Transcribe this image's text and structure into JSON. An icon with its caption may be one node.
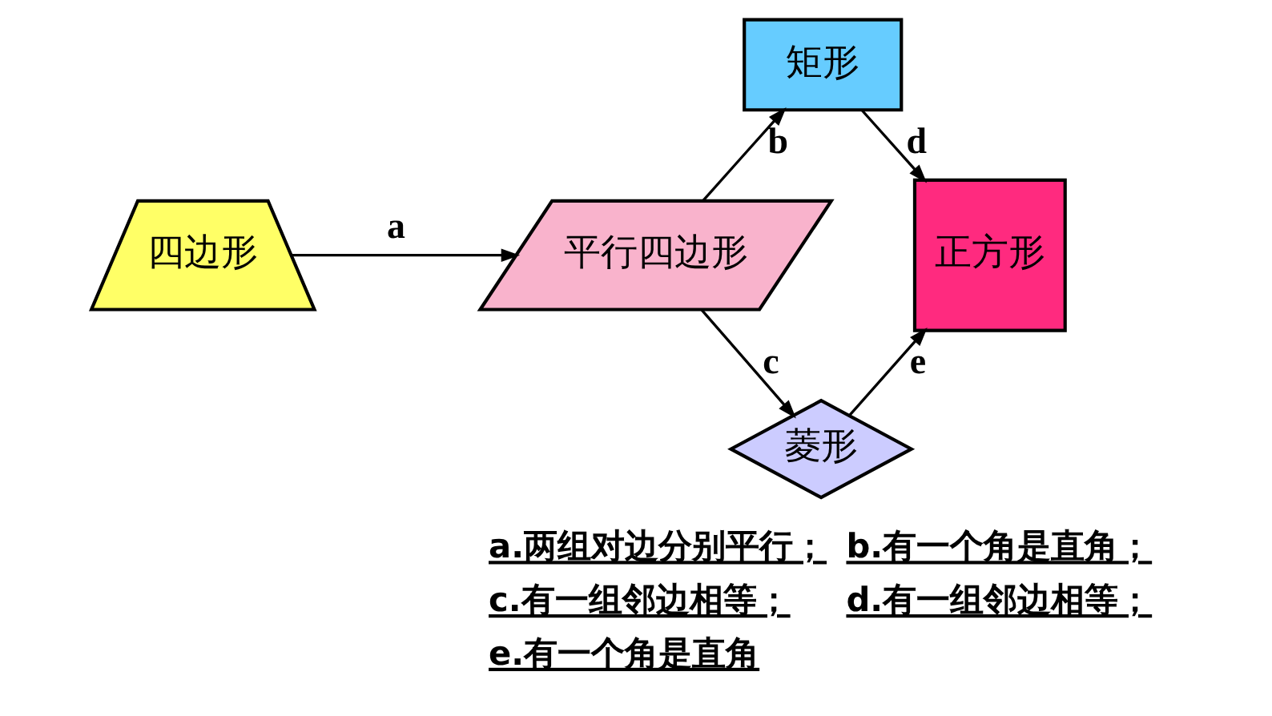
{
  "diagram": {
    "nodes": [
      {
        "text": [
          "四边形"
        ]
      },
      {
        "text": [
          "平行四边形"
        ]
      },
      {
        "text": [
          "矩形"
        ]
      },
      {
        "text": [
          "菱形"
        ]
      },
      {
        "text": [
          "正方形"
        ]
      }
    ],
    "edges": [
      {
        "from": 0,
        "to": 1,
        "arrow": "to",
        "label": "a"
      },
      {
        "from": 1,
        "to": 2,
        "arrow": "to",
        "label": "b"
      },
      {
        "from": 1,
        "to": 3,
        "arrow": "to",
        "label": "c"
      },
      {
        "from": 2,
        "to": 4,
        "arrow": "to",
        "label": "d"
      },
      {
        "from": 3,
        "to": 4,
        "arrow": "to",
        "label": "e"
      }
    ],
    "labels": [
      "a.两组对边分别平行；",
      "b.有一个角是直角；",
      "c.有一组邻边相等；",
      "d.有一组邻边相等；",
      "e.有一个角是直角"
    ]
  }
}
